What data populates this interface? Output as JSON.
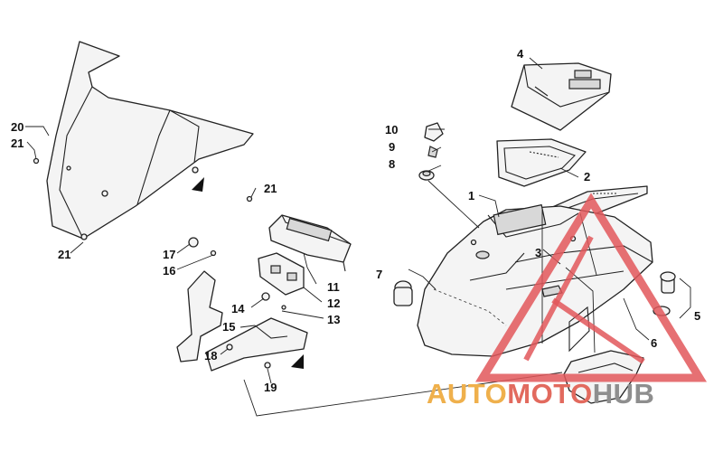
{
  "watermark": {
    "part1": "AUTO",
    "part2": "MOTO",
    "part3": "HUB",
    "colors": {
      "auto": "#efb04c",
      "moto": "#e26a5e",
      "hub": "#8e8e8e",
      "triangle": "#e2575b"
    }
  },
  "callouts": [
    {
      "id": "c1",
      "text": "1"
    },
    {
      "id": "c2",
      "text": "2"
    },
    {
      "id": "c3",
      "text": "3"
    },
    {
      "id": "c4",
      "text": "4"
    },
    {
      "id": "c5",
      "text": "5"
    },
    {
      "id": "c6",
      "text": "6"
    },
    {
      "id": "c7",
      "text": "7"
    },
    {
      "id": "c8",
      "text": "8"
    },
    {
      "id": "c9",
      "text": "9"
    },
    {
      "id": "c10",
      "text": "10"
    },
    {
      "id": "c11",
      "text": "11"
    },
    {
      "id": "c12",
      "text": "12"
    },
    {
      "id": "c13",
      "text": "13"
    },
    {
      "id": "c14",
      "text": "14"
    },
    {
      "id": "c15",
      "text": "15"
    },
    {
      "id": "c16",
      "text": "16"
    },
    {
      "id": "c17",
      "text": "17"
    },
    {
      "id": "c18",
      "text": "18"
    },
    {
      "id": "c19",
      "text": "19"
    },
    {
      "id": "c20",
      "text": "20"
    },
    {
      "id": "c21a",
      "text": "21"
    },
    {
      "id": "c21b",
      "text": "21"
    },
    {
      "id": "c21c",
      "text": "21"
    }
  ]
}
